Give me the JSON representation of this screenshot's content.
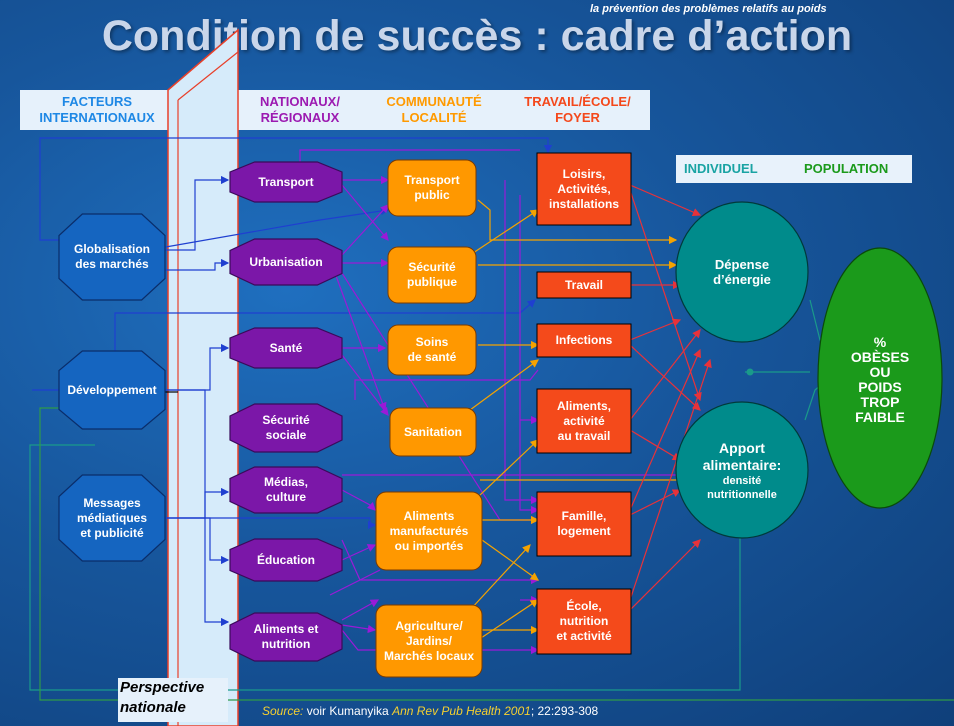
{
  "slide": {
    "top_note": "la prévention des problèmes relatifs au poids",
    "title": "Condition de succès : cadre d’action"
  },
  "headers": {
    "international": [
      "FACTEURS",
      "INTERNATIONAUX"
    ],
    "national": [
      "NATIONAUX/",
      "RÉGIONAUX"
    ],
    "community": [
      "COMMUNAUTÉ",
      "LOCALITÉ"
    ],
    "work": [
      "TRAVAIL/ÉCOLE/",
      "FOYER"
    ],
    "individual": "INDIVIDUEL",
    "population": "POPULATION"
  },
  "colors": {
    "international": "#1565c0",
    "national": "#7b17a8",
    "community": "#ff9800",
    "work": "#f44a1b",
    "individual": "#008b8b",
    "population": "#1b9a1b",
    "header_blue": "#1e88e5",
    "header_purple": "#9c1ab1",
    "header_orange": "#ff9a00",
    "header_red": "#f4481b"
  },
  "international_factors": [
    {
      "lines": [
        "Globalisation",
        "des marchés"
      ]
    },
    {
      "lines": [
        "Développement"
      ]
    },
    {
      "lines": [
        "Messages",
        "médiatiques",
        "et publicité"
      ]
    }
  ],
  "national_factors": [
    {
      "lines": [
        "Transport"
      ]
    },
    {
      "lines": [
        "Urbanisation"
      ]
    },
    {
      "lines": [
        "Santé"
      ]
    },
    {
      "lines": [
        "Sécurité",
        "sociale"
      ]
    },
    {
      "lines": [
        "Médias,",
        "culture"
      ]
    },
    {
      "lines": [
        "Éducation"
      ]
    },
    {
      "lines": [
        "Aliments et",
        "nutrition"
      ]
    }
  ],
  "community_factors": [
    {
      "lines": [
        "Transport",
        "public"
      ]
    },
    {
      "lines": [
        "Sécurité",
        "publique"
      ]
    },
    {
      "lines": [
        "Soins",
        "de santé"
      ]
    },
    {
      "lines": [
        "Sanitation"
      ]
    },
    {
      "lines": [
        "Aliments",
        "manufacturés",
        "ou importés"
      ]
    },
    {
      "lines": [
        "Agriculture/",
        "Jardins/",
        "Marchés locaux"
      ]
    }
  ],
  "settings": [
    {
      "lines": [
        "Loisirs,",
        "Activités,",
        "installations"
      ]
    },
    {
      "lines": [
        "Travail"
      ]
    },
    {
      "lines": [
        "Infections"
      ]
    },
    {
      "lines": [
        "Aliments,",
        "activité",
        "au travail"
      ]
    },
    {
      "lines": [
        "Famille,",
        "logement"
      ]
    },
    {
      "lines": [
        "École,",
        "nutrition",
        "et activité"
      ]
    }
  ],
  "individual": [
    {
      "lines": [
        "Dépense",
        "d’énergie"
      ]
    },
    {
      "lines": [
        "Apport",
        "alimentaire:",
        "densité",
        "nutritionnelle"
      ]
    }
  ],
  "population_outcome": {
    "lines": [
      "%",
      "OBÈSES",
      "OU",
      "POIDS",
      "TROP",
      "FAIBLE"
    ]
  },
  "footer": {
    "perspective": [
      "Perspective",
      "nationale"
    ],
    "source_label": "Source:",
    "source_text": " voir Kumanyika ",
    "source_journal": "Ann Rev Pub Health 2001",
    "source_ref": "; 22:293-308"
  }
}
